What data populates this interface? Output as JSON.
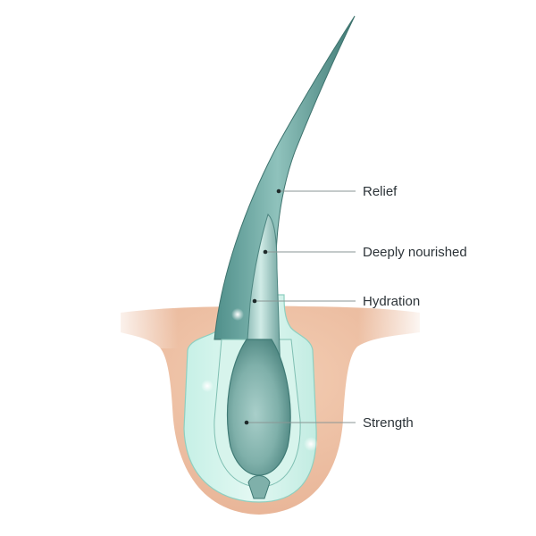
{
  "callouts": [
    {
      "label": "Relief"
    },
    {
      "label": "Deeply nourished"
    },
    {
      "label": "Hydration"
    },
    {
      "label": "Strength"
    }
  ]
}
